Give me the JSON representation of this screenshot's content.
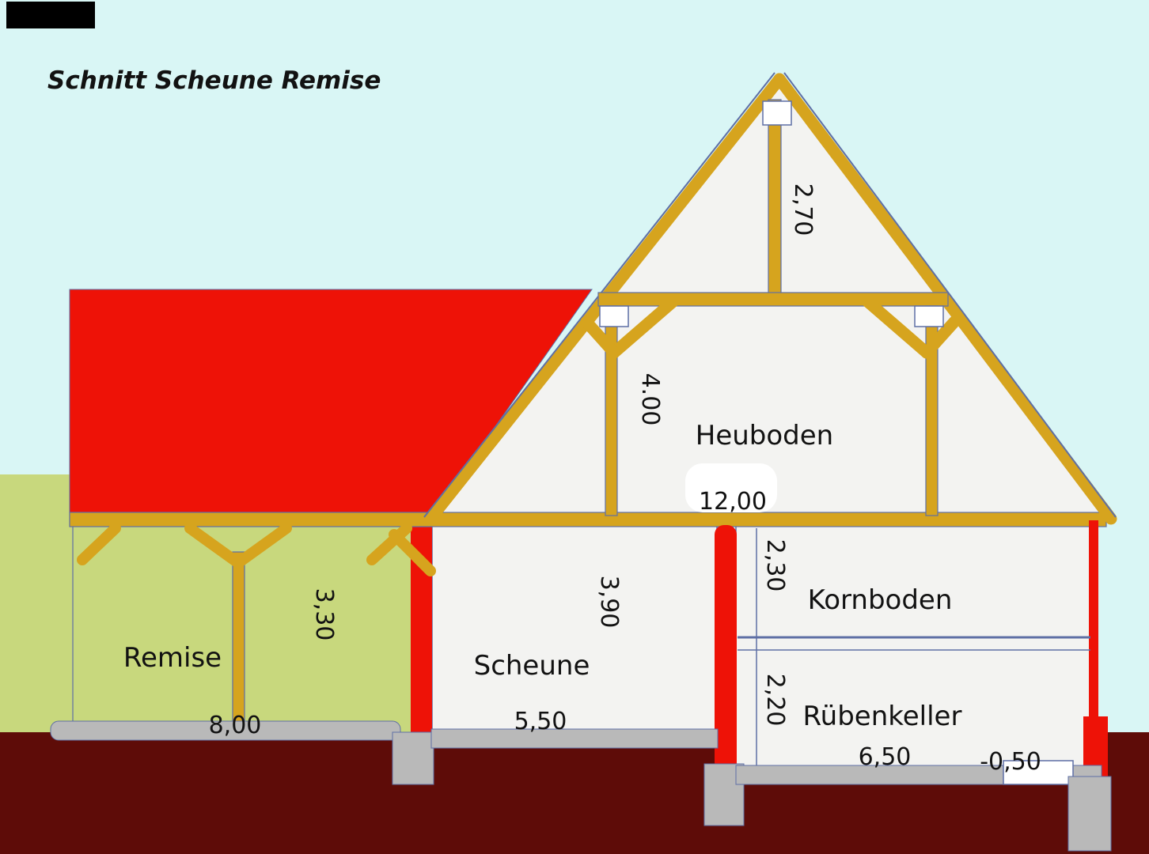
{
  "title": "Schnitt Scheune Remise",
  "rooms": {
    "heuboden": "Heuboden",
    "kornboden": "Kornboden",
    "ruebenkeller": "Rübenkeller",
    "scheune": "Scheune",
    "remise": "Remise"
  },
  "dimensions": {
    "roof_peak_height": "2,70",
    "heuboden_height": "4.00",
    "heuboden_width": "12,00",
    "kornboden_height": "2,30",
    "scheune_height": "3,90",
    "remise_height": "3,30",
    "remise_width": "8,00",
    "scheune_width": "5,50",
    "ruebenkeller_height": "2,20",
    "ruebenkeller_width": "6,50",
    "cellar_level": "-0,50"
  },
  "colors": {
    "sky": "#d9f6f5",
    "ground": "#5e0c08",
    "roof_red": "#ee1207",
    "timber": "#d6a41e",
    "remise_green": "#c8d87d",
    "interior": "#f3f3f1",
    "foundation_gray": "#b9b9b9",
    "outline_blue": "#5e6fa5",
    "label": "#121212"
  }
}
